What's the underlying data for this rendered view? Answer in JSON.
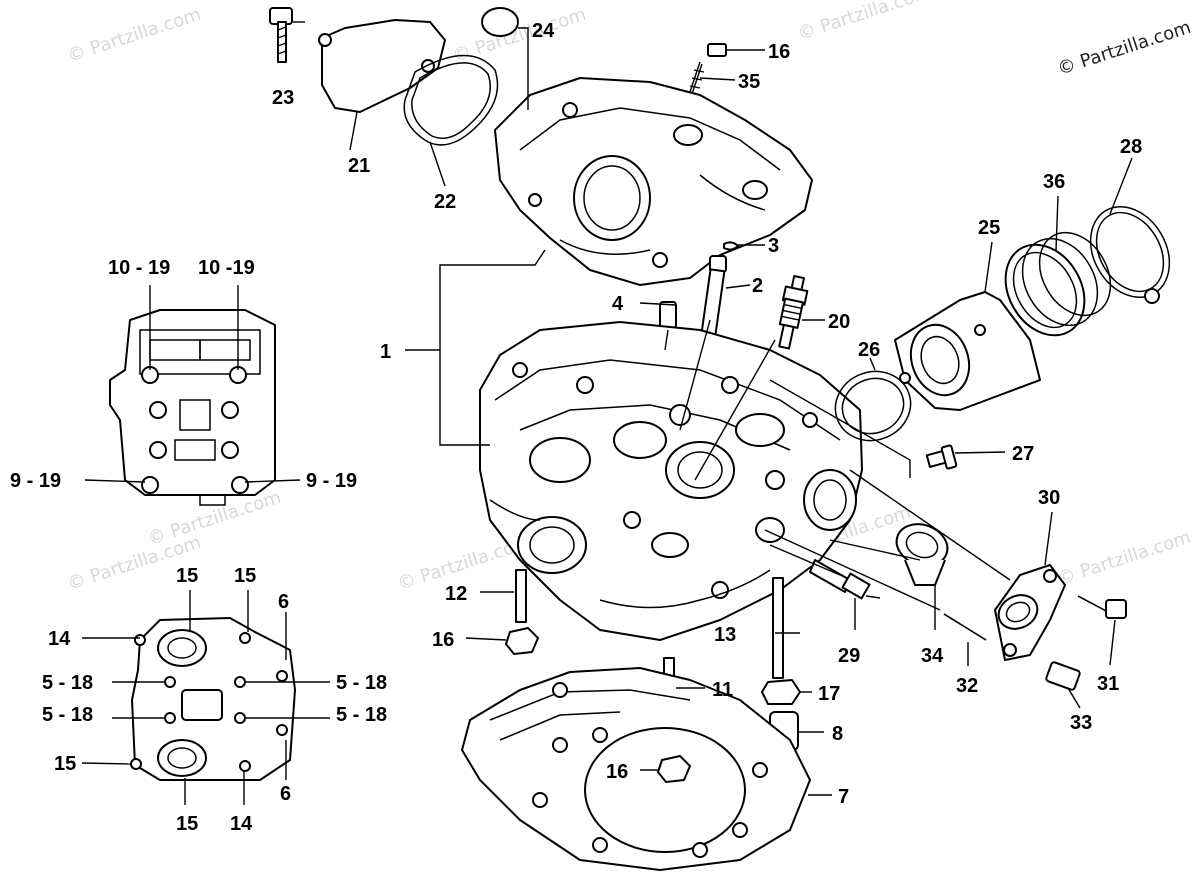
{
  "watermark": {
    "copyright": "© Partzilla.com",
    "faint": "© Partzilla.com"
  },
  "callouts": {
    "c1": "1",
    "c2": "2",
    "c3": "3",
    "c4": "4",
    "c6a": "6",
    "c6b": "6",
    "c7": "7",
    "c8": "8",
    "c11": "11",
    "c12": "12",
    "c13": "13",
    "c14a": "14",
    "c14b": "14",
    "c15a": "15",
    "c15b": "15",
    "c15c": "15",
    "c15d": "15",
    "c16a": "16",
    "c16b": "16",
    "c16c": "16",
    "c17": "17",
    "c20": "20",
    "c21": "21",
    "c22": "22",
    "c23": "23",
    "c24": "24",
    "c25": "25",
    "c26": "26",
    "c27": "27",
    "c28": "28",
    "c29": "29",
    "c30": "30",
    "c31": "31",
    "c32": "32",
    "c33": "33",
    "c34": "34",
    "c35": "35",
    "c36": "36",
    "r5_18a": "5 - 18",
    "r5_18b": "5 - 18",
    "r5_18c": "5 - 18",
    "r5_18d": "5 - 18",
    "r9_19a": "9 - 19",
    "r9_19b": "9 - 19",
    "r10_19a": "10 - 19",
    "r10_19b": "10 -19"
  }
}
